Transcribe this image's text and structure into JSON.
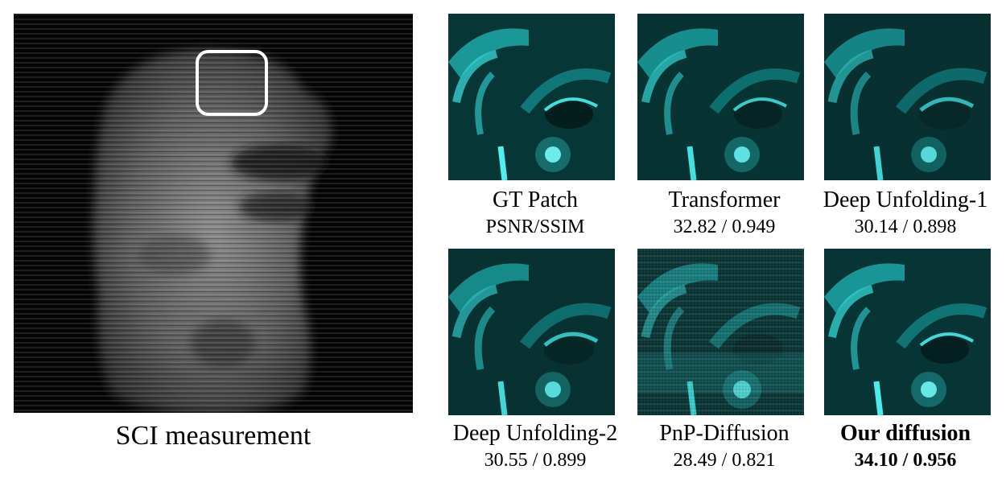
{
  "measurement": {
    "caption": "SCI measurement"
  },
  "patches": [
    {
      "name": "GT Patch",
      "metric": "PSNR/SSIM",
      "emphasis": false
    },
    {
      "name": "Transformer",
      "metric": "32.82 / 0.949",
      "emphasis": false
    },
    {
      "name": "Deep Unfolding-1",
      "metric": "30.14 / 0.898",
      "emphasis": false
    },
    {
      "name": "Deep Unfolding-2",
      "metric": "30.55 / 0.899",
      "emphasis": false
    },
    {
      "name": "PnP-Diffusion",
      "metric": "28.49 / 0.821",
      "emphasis": false
    },
    {
      "name": "Our diffusion",
      "metric": "34.10 / 0.956",
      "emphasis": true
    }
  ],
  "colors": {
    "patch_tint": "#00c8c8",
    "highlight_box": "#ffffff",
    "background": "#ffffff"
  }
}
